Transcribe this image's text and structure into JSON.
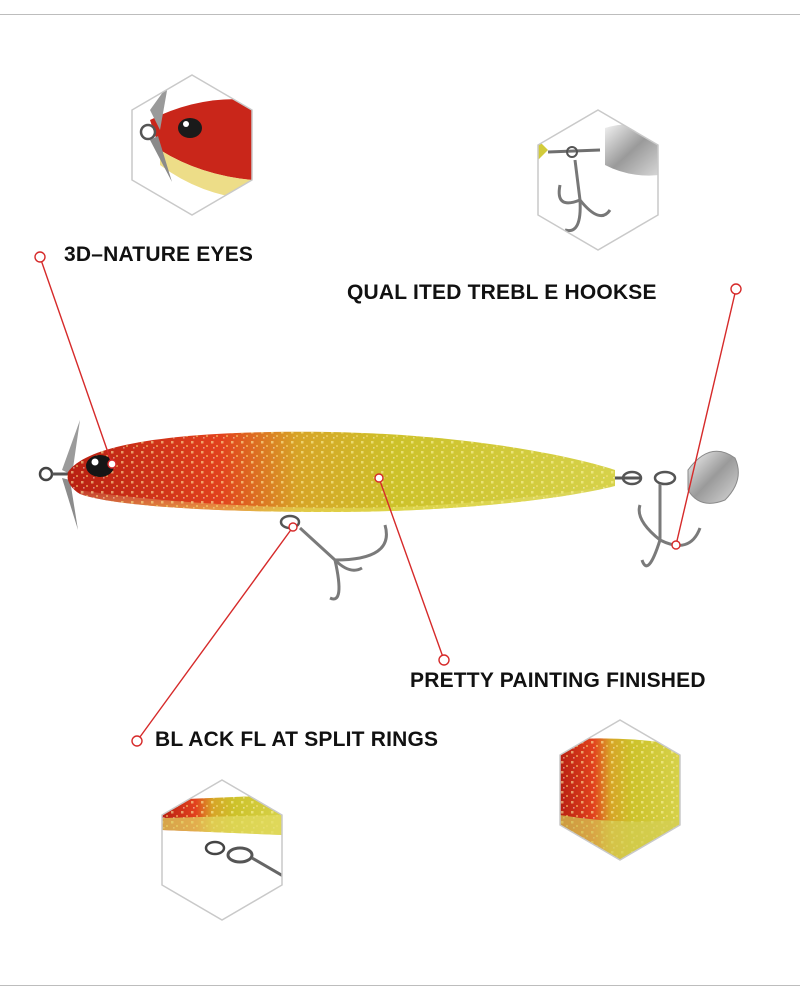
{
  "callouts": {
    "eyes": "3D–NATURE EYES",
    "hooks": "QUAL ITED TREBL E HOOKSE",
    "painting": "PRETTY PAINTING FINISHED",
    "rings": "BL ACK FL AT SPLIT RINGS"
  },
  "colors": {
    "leader_line": "#d62a2a",
    "lure_head": "#d8341a",
    "lure_tail": "#c8c42a",
    "frame": "#c9c9c9"
  },
  "icons": {
    "lure": "fishing-lure-pencil-bait",
    "propeller": "propeller-icon",
    "blade": "spinner-blade-icon",
    "hook": "treble-hook-icon"
  }
}
